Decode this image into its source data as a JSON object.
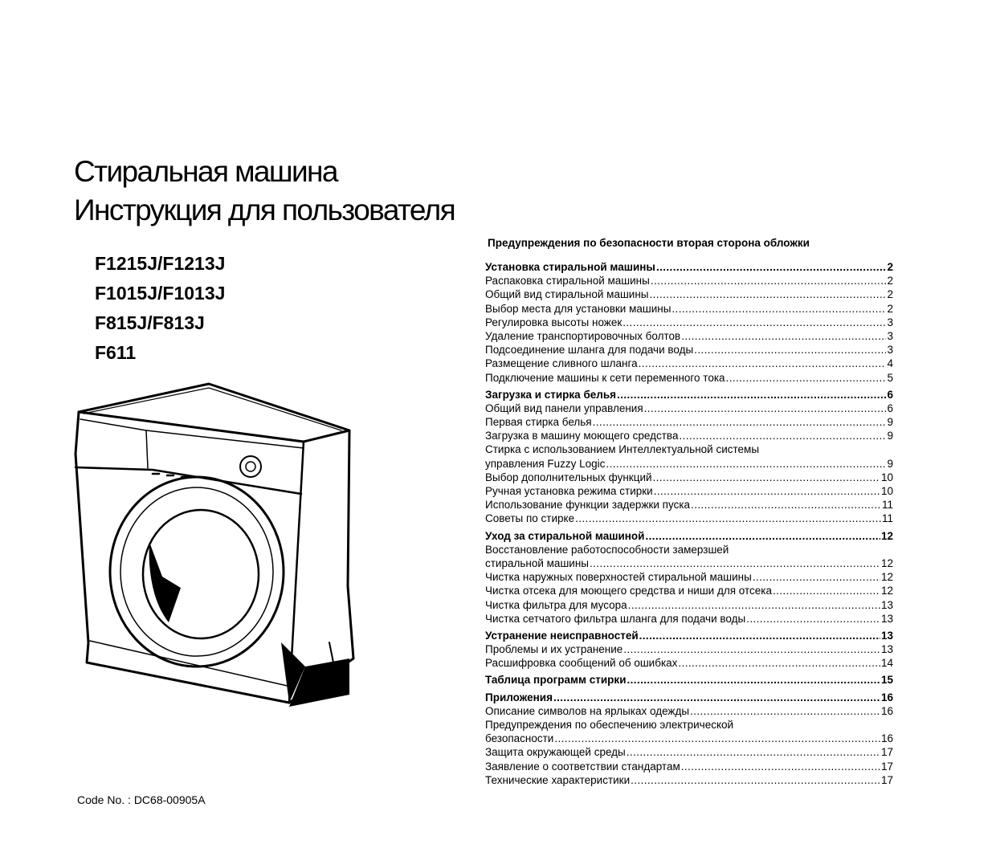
{
  "title": {
    "line1": "Стиральная машина",
    "line2": "Инструкция для пользователя"
  },
  "models": [
    "F1215J/F1213J",
    "F1015J/F1013J",
    "F815J/F813J",
    "F611"
  ],
  "code": "Code No. : DC68-00905A",
  "toc": {
    "warning": "Предупреждения по безопасности вторая сторона обложки",
    "sections": [
      {
        "head": {
          "title": "Установка стиральной машины",
          "page": "2"
        },
        "items": [
          {
            "title": "Распаковка стиральной машины",
            "page": "2"
          },
          {
            "title": "Общий вид стиральной машины",
            "page": "2"
          },
          {
            "title": "Выбор места для установки машины",
            "page": "2"
          },
          {
            "title": "Регулировка высоты ножек",
            "page": "3"
          },
          {
            "title": "Удаление транспортировочных болтов",
            "page": "3"
          },
          {
            "title": "Подсоединение шланга для подачи воды",
            "page": "3"
          },
          {
            "title": "Размещение сливного шланга",
            "page": "4"
          },
          {
            "title": "Подключение машины к сети переменного тока",
            "page": "5"
          }
        ]
      },
      {
        "head": {
          "title": "Загрузка и стирка белья",
          "page": "6"
        },
        "items": [
          {
            "title": "Общий вид панели управления",
            "page": "6"
          },
          {
            "title": "Первая стирка белья",
            "page": "9"
          },
          {
            "title": "Загрузка в машину моющего средства",
            "page": "9"
          },
          {
            "title": "управления Fuzzy Logic",
            "pre": "Стирка с использованием Интеллектуальной системы",
            "page": "9"
          },
          {
            "title": "Выбор дополнительных функций",
            "page": "10"
          },
          {
            "title": "Ручная установка режима стирки",
            "page": "10"
          },
          {
            "title": "Использование функции задержки пуска",
            "page": "11"
          },
          {
            "title": "Советы по стирке",
            "page": "11"
          }
        ]
      },
      {
        "head": {
          "title": "Уход за стиральной машиной",
          "page": "12"
        },
        "items": [
          {
            "title": "стиральной машины",
            "pre": "Восстановление работоспособности замерзшей",
            "page": "12"
          },
          {
            "title": "Чистка наружных поверхностей стиральной машины",
            "page": "12"
          },
          {
            "title": "Чистка отсека для моющего средства и ниши для отсека",
            "page": "12"
          },
          {
            "title": "Чистка фильтра для мусора",
            "page": "13"
          },
          {
            "title": "Чистка сетчатого фильтра шланга для подачи воды",
            "page": "13"
          }
        ]
      },
      {
        "head": {
          "title": "Устранение неисправностей",
          "page": "13"
        },
        "items": [
          {
            "title": "Проблемы и их устранение",
            "page": "13"
          },
          {
            "title": "Расшифровка сообщений об ошибках",
            "page": "14"
          }
        ]
      },
      {
        "head": {
          "title": "Таблица программ стирки",
          "page": "15"
        },
        "items": []
      },
      {
        "head": {
          "title": "Приложения",
          "page": "16"
        },
        "items": [
          {
            "title": "Описание символов на ярлыках одежды",
            "page": "16"
          },
          {
            "title": "безопасности",
            "pre": "Предупреждения по обеспечению электрической",
            "page": "16"
          },
          {
            "title": "Защита окружающей среды",
            "page": "17"
          },
          {
            "title": "Заявление о соответствии стандартам",
            "page": "17"
          },
          {
            "title": "Технические характеристики",
            "page": "17"
          }
        ]
      }
    ]
  }
}
